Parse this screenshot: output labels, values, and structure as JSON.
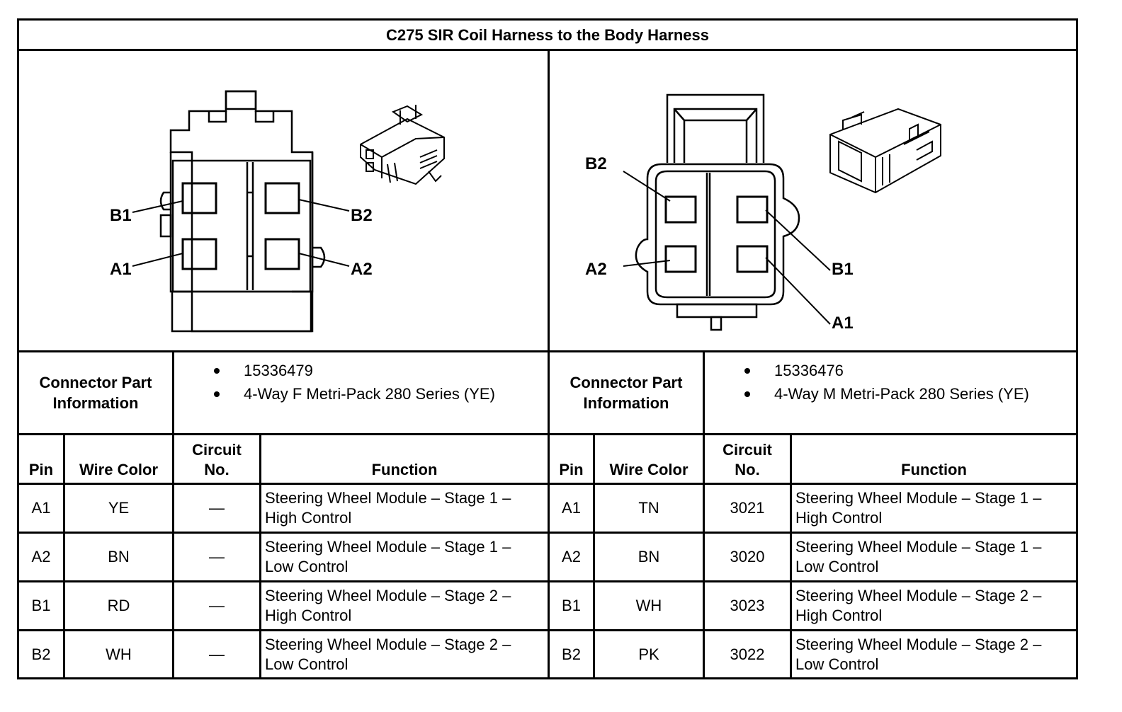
{
  "title": "C275 SIR Coil Harness to the Body Harness",
  "left": {
    "pin_labels": [
      "B1",
      "A1",
      "B2",
      "A2"
    ],
    "part_info_label": [
      "Connector Part",
      "Information"
    ],
    "part_info": [
      "15336479",
      "4-Way F Metri-Pack 280 Series (YE)"
    ],
    "headers": {
      "pin": "Pin",
      "wire": "Wire Color",
      "circuit": [
        "Circuit",
        "No."
      ],
      "function": "Function"
    },
    "rows": [
      {
        "pin": "A1",
        "wire": "YE",
        "circuit": "—",
        "function": [
          "Steering Wheel Module – Stage 1 –",
          "High Control"
        ]
      },
      {
        "pin": "A2",
        "wire": "BN",
        "circuit": "—",
        "function": [
          "Steering Wheel Module – Stage 1 –",
          "Low Control"
        ]
      },
      {
        "pin": "B1",
        "wire": "RD",
        "circuit": "—",
        "function": [
          "Steering Wheel Module – Stage 2 –",
          "High Control"
        ]
      },
      {
        "pin": "B2",
        "wire": "WH",
        "circuit": "—",
        "function": [
          "Steering Wheel Module – Stage 2 –",
          "Low Control"
        ]
      }
    ]
  },
  "right": {
    "pin_labels": [
      "B2",
      "A2",
      "B1",
      "A1"
    ],
    "part_info_label": [
      "Connector Part",
      "Information"
    ],
    "part_info": [
      "15336476",
      "4-Way M Metri-Pack 280 Series (YE)"
    ],
    "headers": {
      "pin": "Pin",
      "wire": "Wire Color",
      "circuit": [
        "Circuit",
        "No."
      ],
      "function": "Function"
    },
    "rows": [
      {
        "pin": "A1",
        "wire": "TN",
        "circuit": "3021",
        "function": [
          "Steering Wheel Module – Stage 1 –",
          "High Control"
        ]
      },
      {
        "pin": "A2",
        "wire": "BN",
        "circuit": "3020",
        "function": [
          "Steering Wheel Module – Stage 1 –",
          "Low Control"
        ]
      },
      {
        "pin": "B1",
        "wire": "WH",
        "circuit": "3023",
        "function": [
          "Steering Wheel Module – Stage 2 –",
          "High Control"
        ]
      },
      {
        "pin": "B2",
        "wire": "PK",
        "circuit": "3022",
        "function": [
          "Steering Wheel Module – Stage 2 –",
          "Low Control"
        ]
      }
    ]
  }
}
